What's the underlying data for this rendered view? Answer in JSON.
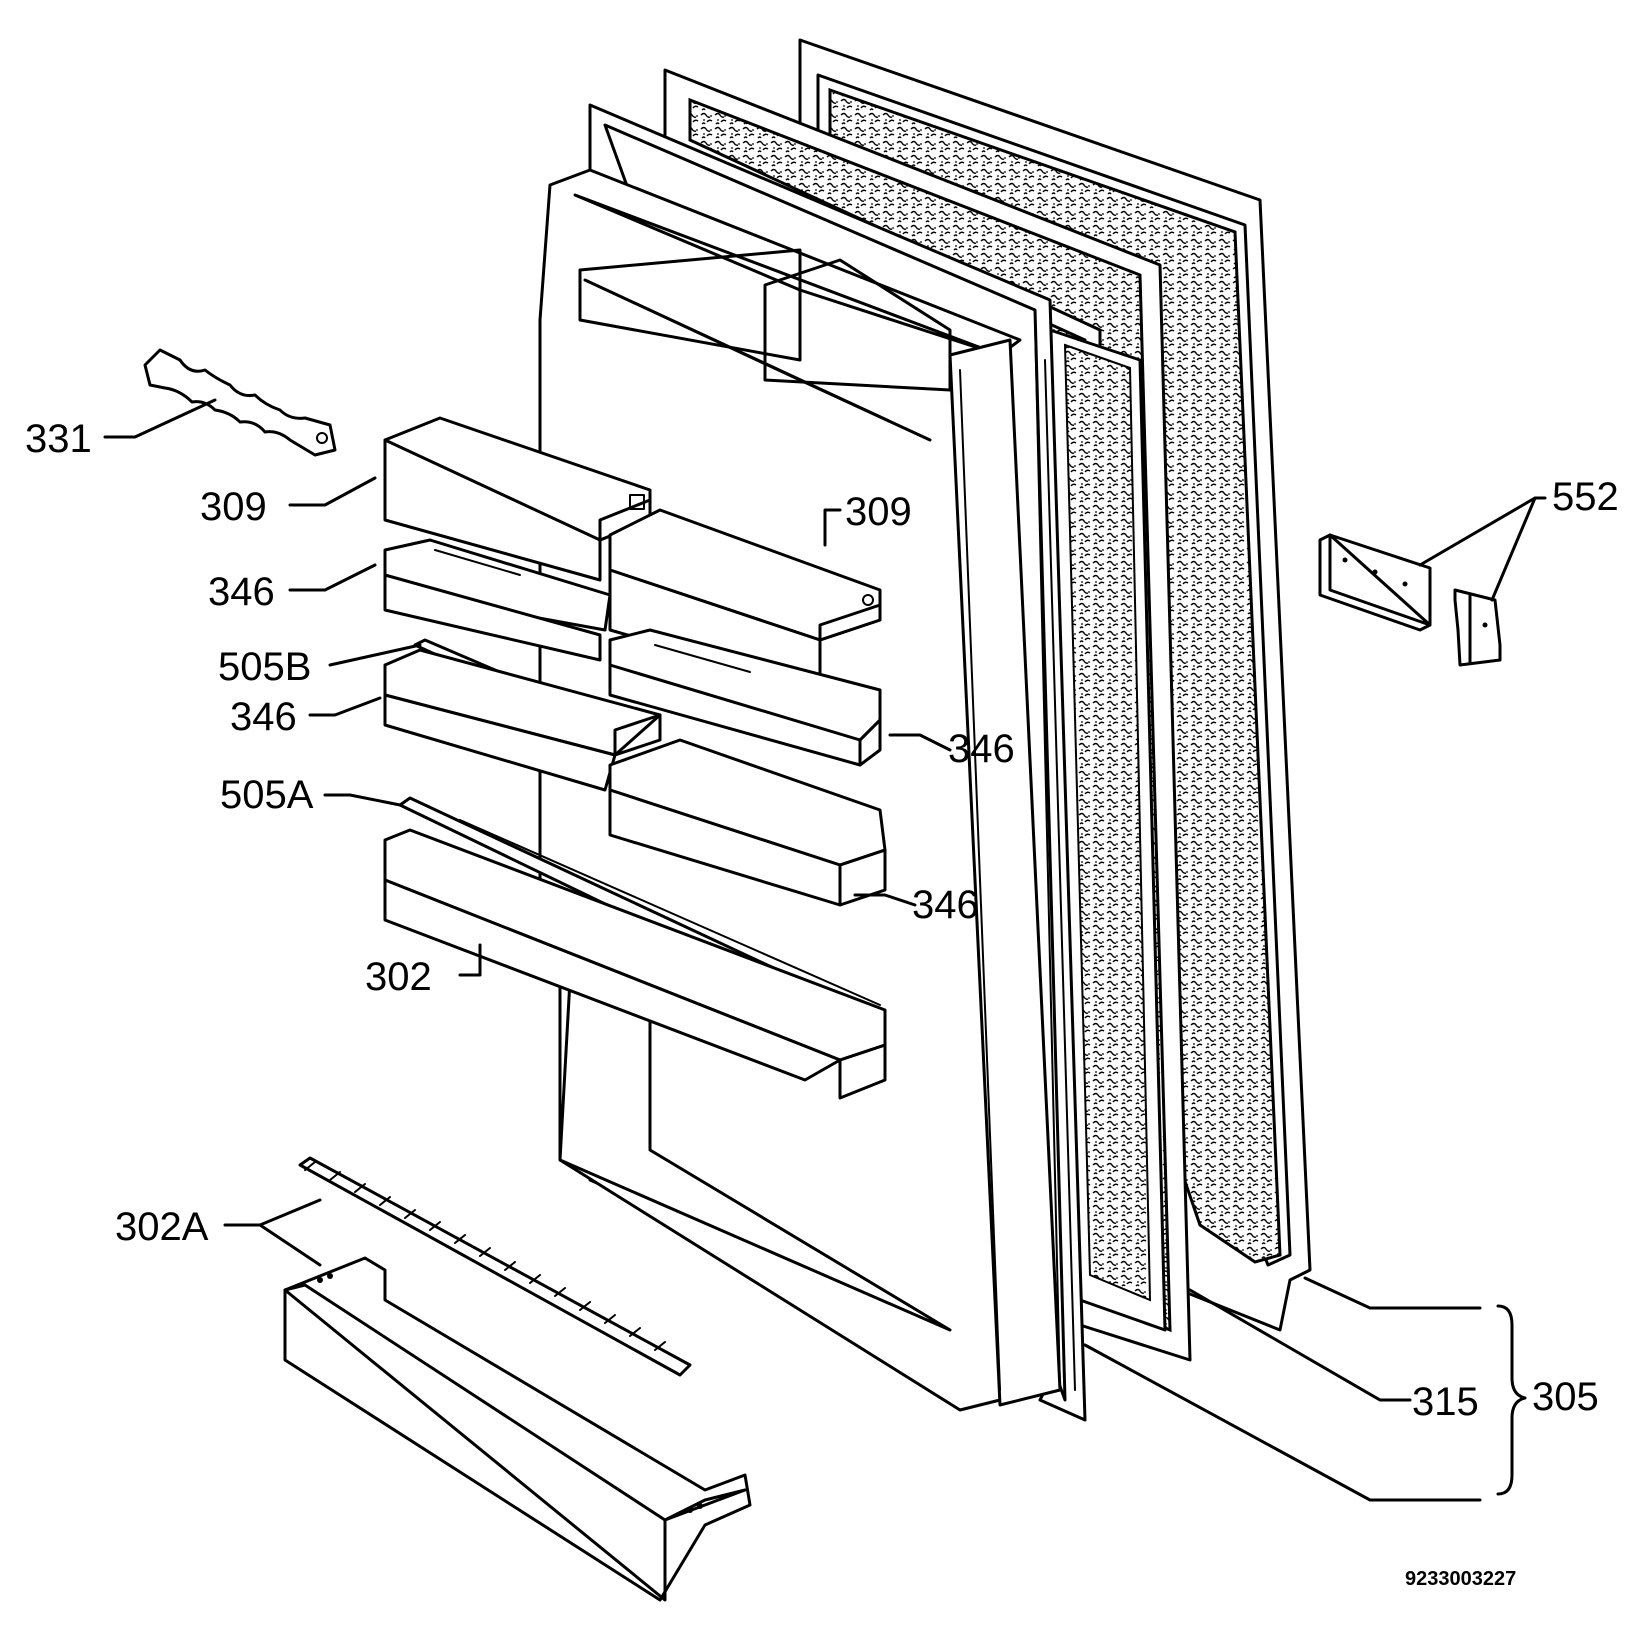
{
  "diagram": {
    "document_code": "9233003227",
    "callouts": [
      {
        "id": "c331",
        "text": "331"
      },
      {
        "id": "c309a",
        "text": "309"
      },
      {
        "id": "c309b",
        "text": "309"
      },
      {
        "id": "c346a",
        "text": "346"
      },
      {
        "id": "c505b",
        "text": "505B"
      },
      {
        "id": "c346b",
        "text": "346"
      },
      {
        "id": "c346c",
        "text": "346"
      },
      {
        "id": "c505a",
        "text": "505A"
      },
      {
        "id": "c346d",
        "text": "346"
      },
      {
        "id": "c302",
        "text": "302"
      },
      {
        "id": "c302a",
        "text": "302A"
      },
      {
        "id": "c552",
        "text": "552"
      },
      {
        "id": "c315",
        "text": "315"
      },
      {
        "id": "c305",
        "text": "305"
      }
    ]
  }
}
